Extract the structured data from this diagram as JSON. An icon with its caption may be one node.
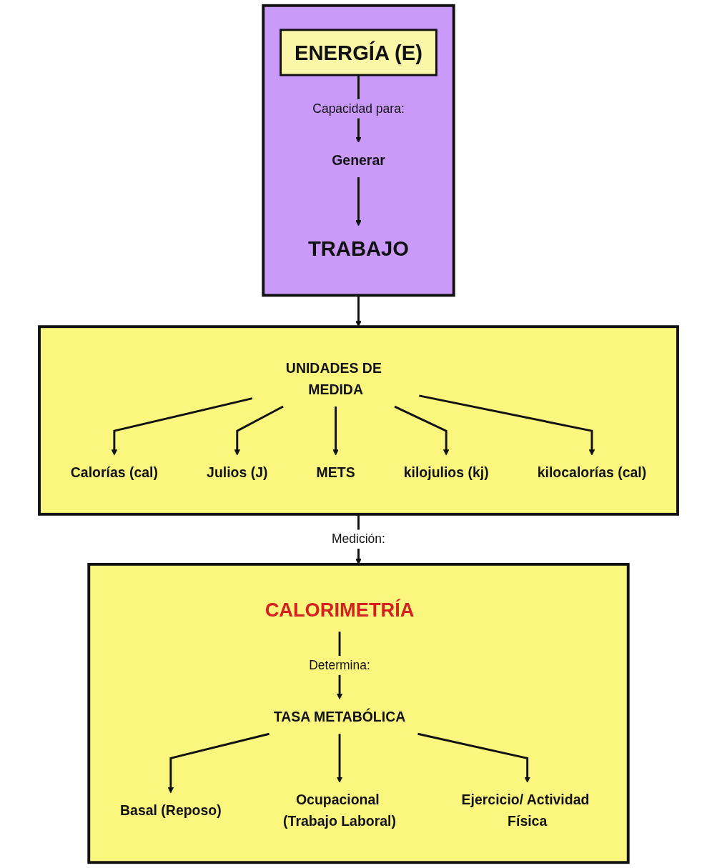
{
  "diagram": {
    "nodes": [
      {
        "text": [],
        "shape": "box"
      },
      {
        "text": [
          "ENERGÍA (E)"
        ],
        "in": 0
      },
      {
        "text": [
          "Generar"
        ],
        "in": 0
      },
      {
        "text": [
          "TRABAJO"
        ],
        "in": 0
      },
      {
        "text": [],
        "shape": "box"
      },
      {
        "text": [
          "UNIDADES DE MEDIDA"
        ],
        "in": 4
      },
      {
        "text": [
          "Calorías (cal)"
        ],
        "in": 4
      },
      {
        "text": [
          "Julios (J)"
        ],
        "in": 4
      },
      {
        "text": [
          "METS"
        ],
        "in": 4
      },
      {
        "text": [
          "kilojulios (kj)"
        ],
        "in": 4
      },
      {
        "text": [
          "kilocalorías (cal)"
        ],
        "in": 4
      },
      {
        "text": [],
        "shape": "box"
      },
      {
        "text": [
          "CALORIMETRÍA"
        ],
        "in": 11
      },
      {
        "text": [
          "TASA METABÓLICA"
        ],
        "in": 11
      },
      {
        "text": [
          "Basal (Reposo)"
        ],
        "in": 11
      },
      {
        "text": [
          "Ocupacional (Trabajo Laboral)"
        ],
        "in": 11
      },
      {
        "text": [
          "Ejercicio/ Actividad Física"
        ],
        "in": 11
      }
    ],
    "edges": [
      {
        "from": 1,
        "to": 2,
        "arrow": "to",
        "label": "Capacidad para:"
      },
      {
        "from": 2,
        "to": 3,
        "arrow": "to"
      },
      {
        "from": 0,
        "to": 4,
        "arrow": "to"
      },
      {
        "from": 5,
        "to": 6,
        "arrow": "to"
      },
      {
        "from": 5,
        "to": 7,
        "arrow": "to"
      },
      {
        "from": 5,
        "to": 8,
        "arrow": "to"
      },
      {
        "from": 5,
        "to": 9,
        "arrow": "to"
      },
      {
        "from": 5,
        "to": 10,
        "arrow": "to"
      },
      {
        "from": 4,
        "to": 11,
        "arrow": "to",
        "label": "Medición:"
      },
      {
        "from": 12,
        "to": 13,
        "arrow": "to",
        "label": "Determina:"
      },
      {
        "from": 13,
        "to": 14,
        "arrow": "to"
      },
      {
        "from": 13,
        "to": 15,
        "arrow": "to"
      },
      {
        "from": 13,
        "to": 16,
        "arrow": "to"
      }
    ]
  }
}
